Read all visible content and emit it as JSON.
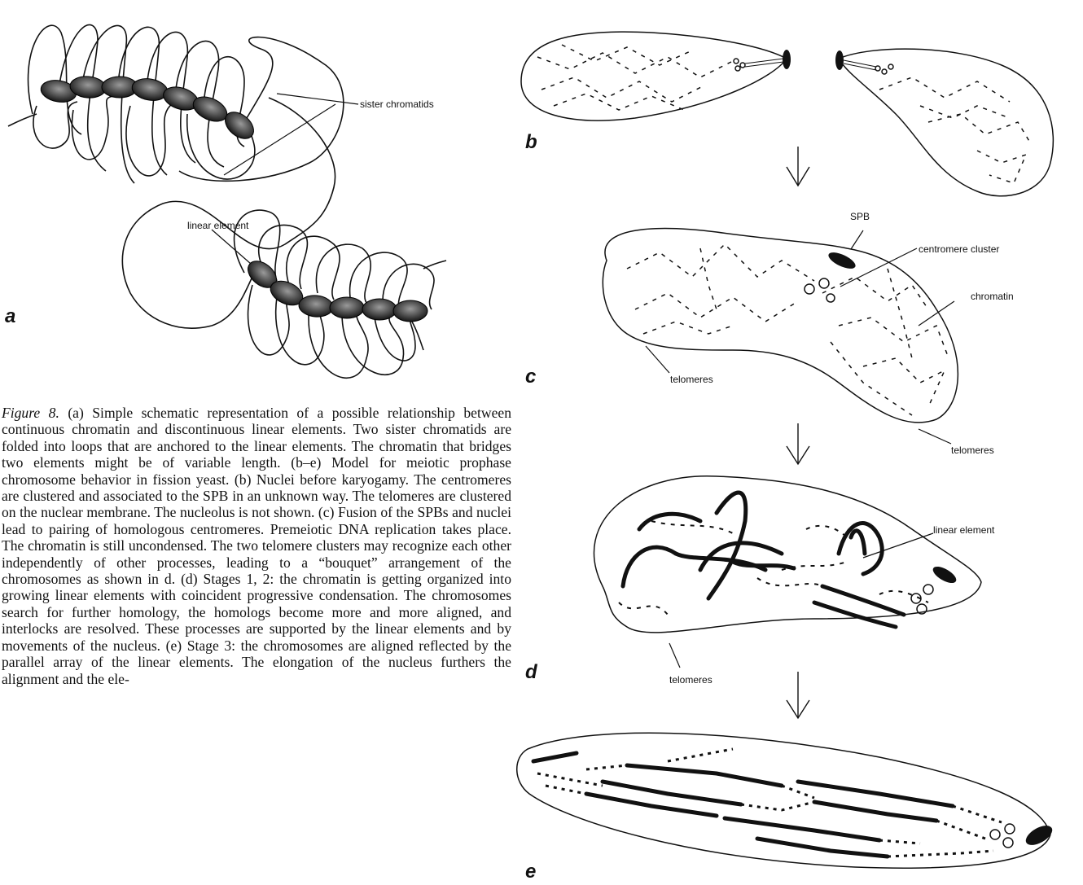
{
  "labels": {
    "sister_chromatids": "sister chromatids",
    "linear_element_a": "linear element",
    "spb": "SPB",
    "centromere_cluster": "centromere cluster",
    "chromatin": "chromatin",
    "telomeres_c1": "telomeres",
    "telomeres_c2": "telomeres",
    "linear_element_d": "linear element",
    "telomeres_d": "telomeres"
  },
  "panels": {
    "a": "a",
    "b": "b",
    "c": "c",
    "d": "d",
    "e": "e"
  },
  "caption": {
    "fig_label": "Figure 8.",
    "text": " (a) Simple schematic representation of a possible relationship between continuous chromatin and discontinuous linear elements. Two sister chromatids are folded into loops that are anchored to the linear elements. The chromatin that bridges two elements might be of variable length. (b–e) Model for meiotic prophase chromosome behavior in fission yeast. (b) Nuclei before karyogamy. The centromeres are clustered and associated to the SPB in an unknown way. The telomeres are clustered on the nuclear membrane. The nucleolus is not shown. (c) Fusion of the SPBs and nuclei lead to pairing of homologous centromeres. Premeiotic DNA replication takes place. The chromatin is still uncondensed. The two telomere clusters may recognize each other independently of other processes, leading to a “bouquet” arrangement of the chromosomes as shown in d. (d) Stages 1, 2: the chromatin is getting organized into growing linear elements with coincident progressive condensation. The chromosomes search for further homology, the homologs become more and more aligned, and interlocks are resolved. These processes are supported by the linear elements and by movements of the nucleus. (e) Stage 3: the chromosomes are aligned reflected by the parallel array of the linear elements. The elongation of the nucleus furthers the alignment and the ele-"
  }
}
